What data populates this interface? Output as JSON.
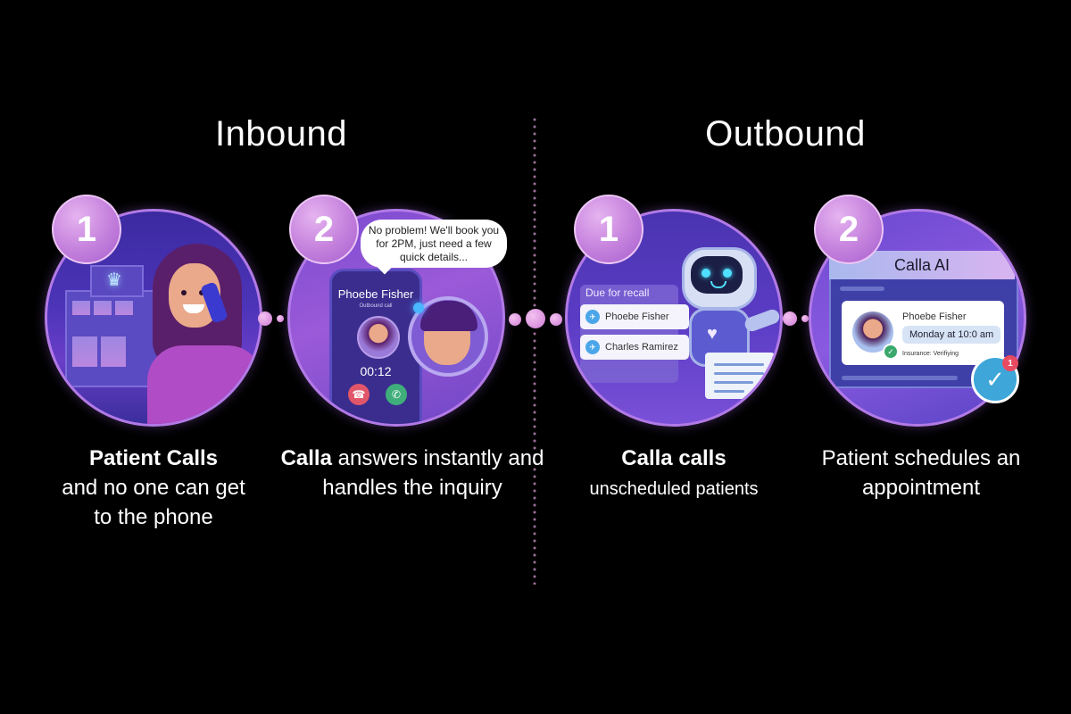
{
  "sections": {
    "inbound": {
      "title": "Inbound"
    },
    "outbound": {
      "title": "Outbound"
    }
  },
  "steps": [
    {
      "group": "inbound",
      "number": "1",
      "caption_bold": "Patient Calls",
      "caption_rest": "and no one can get to the phone",
      "illustration": "woman-calling-dental-office"
    },
    {
      "group": "inbound",
      "number": "2",
      "caption_bold": "Calla",
      "caption_rest": "answers instantly and handles the inquiry",
      "illustration": "ai-answering-call",
      "speech_bubble": "No problem! We'll book you for 2PM, just need a few quick details...",
      "phone": {
        "caller_name": "Phoebe Fisher",
        "status_text": "Outbound call",
        "timer": "00:12",
        "decline_icon": "phone-decline-icon",
        "accept_icon": "phone-accept-icon"
      }
    },
    {
      "group": "outbound",
      "number": "1",
      "caption_bold": "Calla calls",
      "caption_rest": "unscheduled patients",
      "illustration": "robot-with-recall-list",
      "recall_list": {
        "title": "Due for recall",
        "patients": [
          "Phoebe Fisher",
          "Charles Ramirez"
        ]
      }
    },
    {
      "group": "outbound",
      "number": "2",
      "caption_bold": "",
      "caption_rest": "Patient schedules an appointment",
      "illustration": "appointment-confirmation",
      "app": {
        "title": "Calla AI",
        "patient_name": "Phoebe Fisher",
        "appointment_time": "Monday at 10:0 am",
        "insurance_status": "Insurance: Verifiying",
        "notification_count": "1"
      }
    }
  ],
  "colors": {
    "background": "#000000",
    "accent_pink": "#c480dc",
    "divider": "#9a6e97",
    "circle_border": "#b27ae6"
  }
}
